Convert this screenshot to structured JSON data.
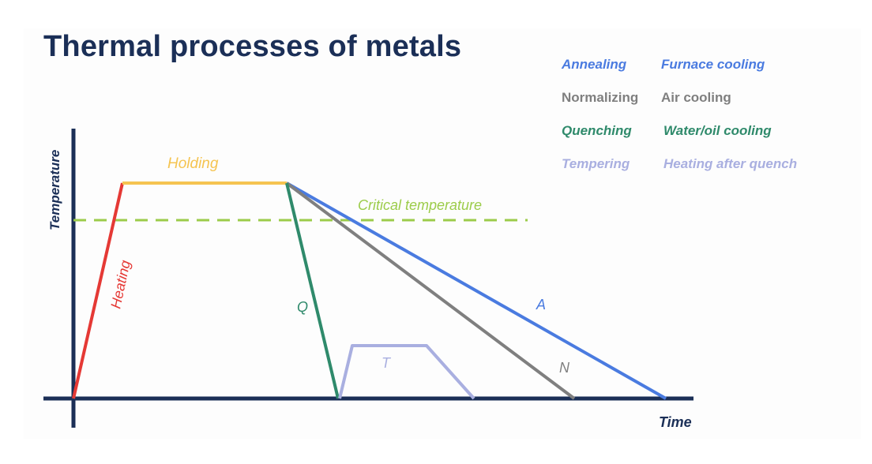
{
  "title": "Thermal processes of metals",
  "legend": [
    {
      "process": "Annealing",
      "cooling": "Furnace cooling",
      "color": "#4a7be0"
    },
    {
      "process": "Normalizing",
      "cooling": "Air cooling",
      "color": "#7f7f7f"
    },
    {
      "process": "Quenching",
      "cooling": "Water/oil cooling",
      "color": "#2f8a6b"
    },
    {
      "process": "Tempering",
      "cooling": "Heating after quench",
      "color": "#a9afe0"
    }
  ],
  "axes": {
    "y_label": "Temperature",
    "x_label": "Time"
  },
  "labels": {
    "heating": "Heating",
    "holding": "Holding",
    "critical": "Critical temperature",
    "quench": "Q",
    "anneal": "A",
    "normalize": "N",
    "temper": "T"
  },
  "colors": {
    "axis": "#1b2f57",
    "heating": "#e53935",
    "holding": "#f5c451",
    "critical": "#9ccc4a",
    "quench": "#2f8a6b",
    "anneal": "#4a7be0",
    "normalize": "#7f7f7f",
    "temper": "#a9afe0"
  }
}
